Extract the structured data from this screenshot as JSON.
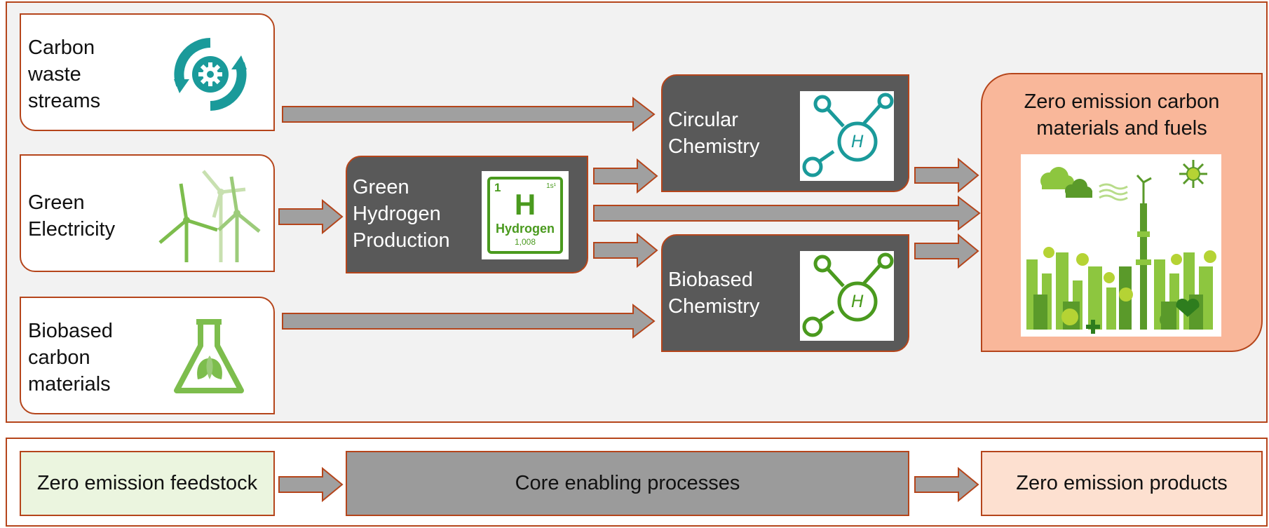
{
  "inputs": [
    {
      "label": "Carbon\nwaste\nstreams",
      "icon": "recycle-gear-icon"
    },
    {
      "label": "Green\nElectricity",
      "icon": "wind-turbine-icon"
    },
    {
      "label": "Biobased\ncarbon\nmaterials",
      "icon": "flask-leaf-icon"
    }
  ],
  "hydrogen": {
    "label": "Green\nHydrogen\nProduction",
    "element": {
      "number": "1",
      "config": "1s¹",
      "symbol": "H",
      "name": "Hydrogen",
      "mass": "1,008"
    }
  },
  "chemistry": [
    {
      "label": "Circular\nChemistry",
      "icon": "hydrogen-molecule-icon",
      "color": "#1a9a9a"
    },
    {
      "label": "Biobased\nChemistry",
      "icon": "hydrogen-molecule-icon",
      "color": "#4a9a1e"
    }
  ],
  "output": {
    "label": "Zero emission carbon\nmaterials and fuels",
    "icon": "green-city-icon"
  },
  "legend": {
    "feedstock": "Zero emission feedstock",
    "core": "Core enabling processes",
    "products": "Zero emission products"
  },
  "colors": {
    "border": "#b5451b",
    "dark_box": "#595959",
    "output_fill": "#f9b79a",
    "legend_feedstock": "#ebf5df",
    "legend_core": "#9b9b9b",
    "legend_products": "#fde0d0",
    "arrow_fill": "#a0a0a0",
    "teal": "#1a9a9a",
    "green": "#5ba82c"
  }
}
